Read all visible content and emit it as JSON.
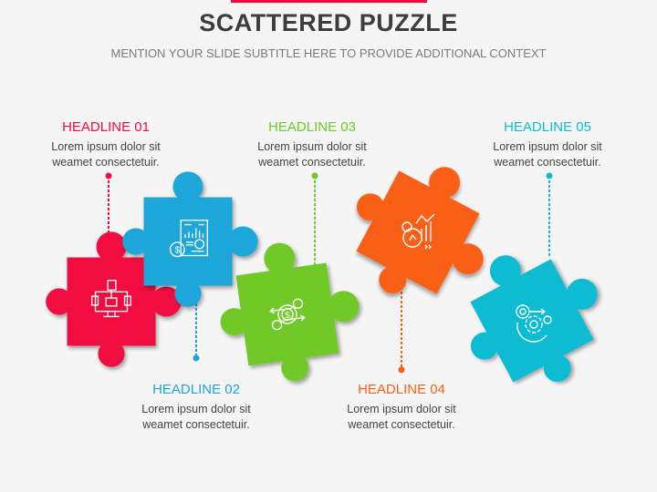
{
  "slide": {
    "title": "SCATTERED PUZZLE",
    "subtitle": "MENTION YOUR SLIDE SUBTITLE HERE TO PROVIDE ADDITIONAL CONTEXT",
    "accent_bar_color": "#f20d3f",
    "background": "#f5f5f5"
  },
  "items": [
    {
      "id": "01",
      "headline": "HEADLINE 01",
      "line1": "Lorem ipsum dolor sit",
      "line2": "weamet consectetuir.",
      "color": "#f20d3f",
      "icon": "computer-network-icon",
      "label_position": "top"
    },
    {
      "id": "02",
      "headline": "HEADLINE 02",
      "line1": "Lorem ipsum dolor sit",
      "line2": "weamet consectetuir.",
      "color": "#1aa6d9",
      "icon": "financial-report-icon",
      "label_position": "bottom"
    },
    {
      "id": "03",
      "headline": "HEADLINE 03",
      "line1": "Lorem ipsum dolor sit",
      "line2": "weamet consectetuir.",
      "color": "#6fc925",
      "icon": "money-exchange-icon",
      "label_position": "top"
    },
    {
      "id": "04",
      "headline": "HEADLINE 04",
      "line1": "Lorem ipsum dolor sit",
      "line2": "weamet consectetuir.",
      "color": "#fa5f17",
      "icon": "performance-timer-icon",
      "label_position": "bottom"
    },
    {
      "id": "05",
      "headline": "HEADLINE 05",
      "line1": "Lorem ipsum dolor sit",
      "line2": "weamet consectetuir.",
      "color": "#10bcd3",
      "icon": "idea-gear-process-icon",
      "label_position": "top"
    }
  ]
}
